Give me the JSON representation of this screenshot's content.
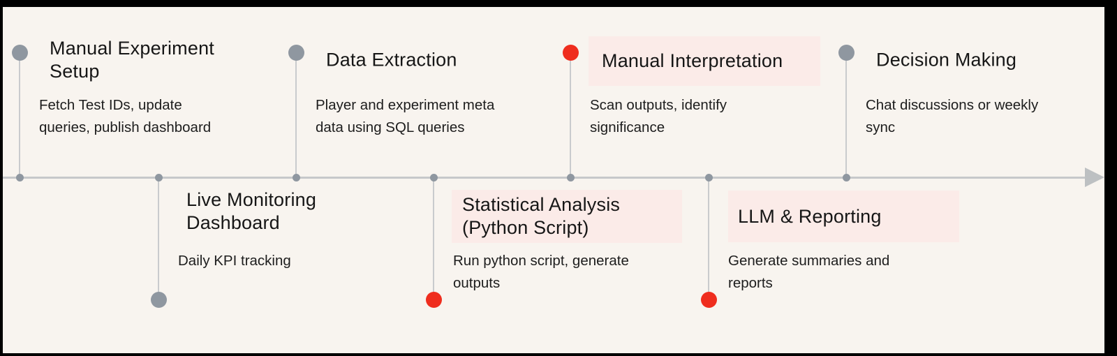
{
  "timeline": {
    "items": [
      {
        "title": "Manual Experiment\nSetup",
        "description": "Fetch Test IDs, update\nqueries, publish dashboard",
        "side": "top",
        "marker": "gray",
        "highlighted": false
      },
      {
        "title": "Live Monitoring\nDashboard",
        "description": "Daily KPI tracking",
        "side": "bottom",
        "marker": "gray",
        "highlighted": false
      },
      {
        "title": "Data Extraction",
        "description": "Player and experiment meta\ndata using SQL queries",
        "side": "top",
        "marker": "gray",
        "highlighted": false
      },
      {
        "title": "Statistical Analysis\n(Python Script)",
        "description": "Run python script, generate\noutputs",
        "side": "bottom",
        "marker": "red",
        "highlighted": true
      },
      {
        "title": "Manual Interpretation",
        "description": "Scan outputs, identify\nsignificance",
        "side": "top",
        "marker": "red",
        "highlighted": true
      },
      {
        "title": "LLM & Reporting",
        "description": "Generate summaries and\nreports",
        "side": "bottom",
        "marker": "red",
        "highlighted": true
      },
      {
        "title": "Decision Making",
        "description": "Chat discussions or weekly\nsync",
        "side": "top",
        "marker": "gray",
        "highlighted": false
      }
    ],
    "colors": {
      "background": "#F8F4EF",
      "gray_marker": "#8F97A0",
      "red_marker": "#EF2D1E",
      "title_highlight": "#FBEBE8",
      "axis_line": "#C6C8CA"
    }
  }
}
